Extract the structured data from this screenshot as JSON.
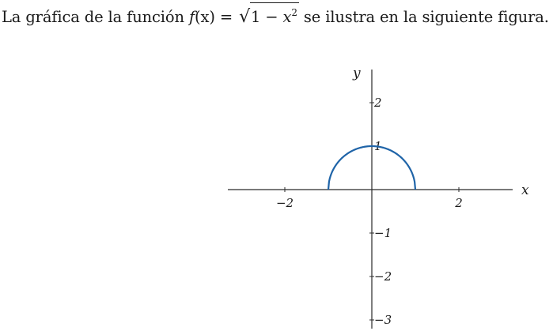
{
  "intro": {
    "before": "La gráfica de la función ",
    "fname": "f",
    "fvar": "(x)",
    "equals": " = ",
    "radicand_one": "1",
    "minus": " − ",
    "radicand_var": "x",
    "exponent": "2",
    "after": "  se ilustra en la siguiente figura."
  },
  "chart_data": {
    "type": "line",
    "xlabel": "x",
    "ylabel": "y",
    "xlim": [
      -3.1,
      3.2
    ],
    "ylim": [
      -3.2,
      2.8
    ],
    "x_ticks": [
      {
        "value": -2,
        "label": "−2"
      },
      {
        "value": 2,
        "label": "2"
      }
    ],
    "y_ticks": [
      {
        "value": 2,
        "label": "2"
      },
      {
        "value": 1,
        "label": "1"
      },
      {
        "value": -1,
        "label": "−1"
      },
      {
        "value": -2,
        "label": "−2"
      },
      {
        "value": -3,
        "label": "−3"
      }
    ],
    "grid": false,
    "series": [
      {
        "color": "#1f64a8",
        "function": "sqrt(1 - x^2)",
        "x": [
          -1,
          -0.9,
          -0.8,
          -0.7,
          -0.6,
          -0.5,
          -0.4,
          -0.3,
          -0.2,
          -0.1,
          0,
          0.1,
          0.2,
          0.3,
          0.4,
          0.5,
          0.6,
          0.7,
          0.8,
          0.9,
          1
        ],
        "y": [
          0,
          0.436,
          0.6,
          0.714,
          0.8,
          0.866,
          0.917,
          0.954,
          0.98,
          0.995,
          1,
          0.995,
          0.98,
          0.954,
          0.917,
          0.866,
          0.8,
          0.714,
          0.6,
          0.436,
          0
        ]
      }
    ]
  }
}
